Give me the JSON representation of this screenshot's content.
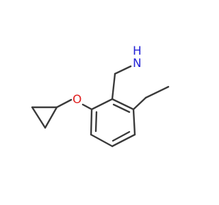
{
  "atoms": {
    "amine_h": "H",
    "amine_n": "N",
    "ether_o": "O"
  },
  "colors": {
    "bond": "#3a3a3a",
    "nitrogen": "#2323d6",
    "oxygen": "#e01e1e",
    "background": "#ffffff"
  }
}
